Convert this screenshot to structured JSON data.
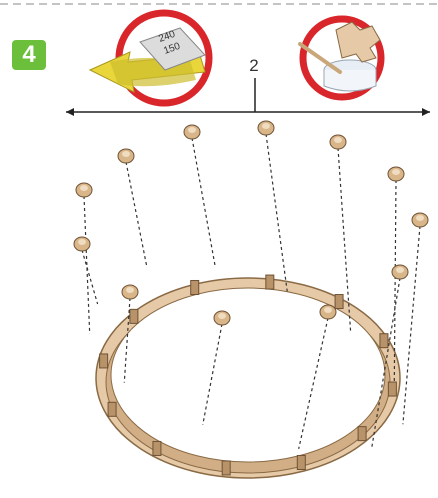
{
  "instruction": {
    "step_number": "4",
    "dimension_label": "2",
    "sandpaper_grit_top": "240",
    "sandpaper_grit_bottom": "150"
  },
  "icons": {
    "sanding_icon": "sandpaper-sanding-icon",
    "glue_icon": "glue-brush-icon"
  },
  "colors": {
    "step_badge": "#6cbf3a",
    "icon_ring": "#d9262b",
    "wood": "#e6c9a6",
    "wood_dark": "#b8936a",
    "sandpaper": "#d4c53a",
    "arrow": "#e8d63a"
  }
}
